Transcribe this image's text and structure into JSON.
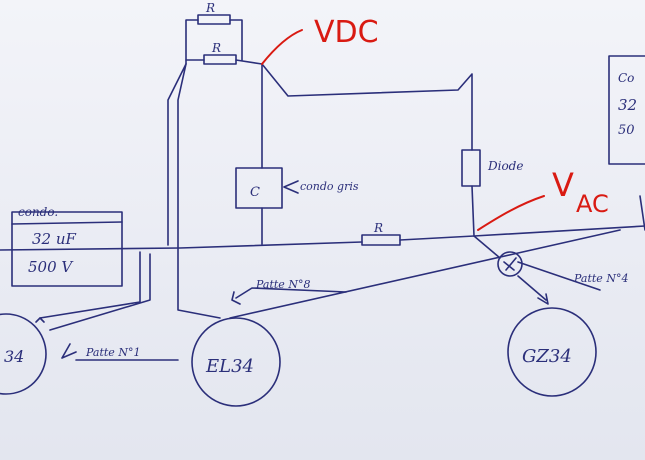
{
  "labels": {
    "vdc": "VDC",
    "vac_v": "V",
    "vac_sub": "AC",
    "resistor_top": "R",
    "resistor_second": "R",
    "resistor_mid": "R",
    "condensateur_letter": "C",
    "condensateur_note": "condo gris",
    "diode": "Diode",
    "condo_left_title": "condo.",
    "condo_left_cap": "32 uF",
    "condo_left_volt": "500 V",
    "condo_right_title": "Co",
    "condo_right_cap": "32",
    "condo_right_volt": "50",
    "tube_el34": "EL34",
    "tube_gz34": "GZ34",
    "tube_left": "34",
    "patte_8": "Patte N°8",
    "patte_4": "Patte N°4",
    "patte_1": "Patte N°1"
  },
  "colors": {
    "ink": "#2b2f7a",
    "annotation": "#d91a12",
    "paper": "#eef0f6"
  }
}
